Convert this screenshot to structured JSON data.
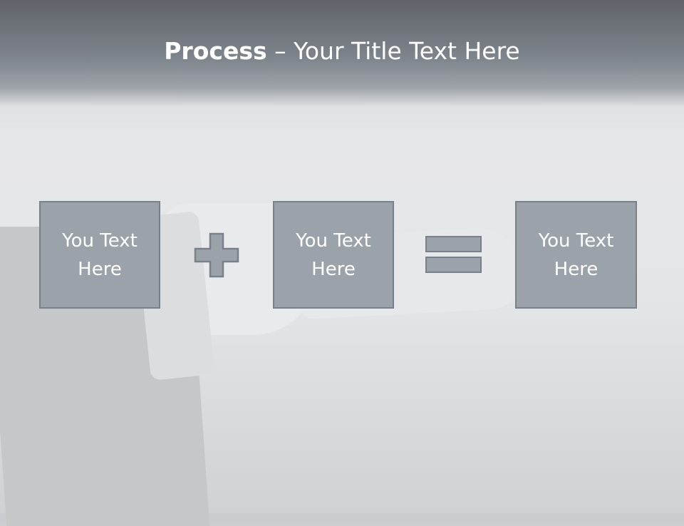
{
  "slide": {
    "title_bold": "Process",
    "title_rest": " – Your Title Text Here"
  },
  "process": {
    "boxes": [
      {
        "text": "You Text Here"
      },
      {
        "text": "You Text Here"
      },
      {
        "text": "You Text Here"
      }
    ],
    "operators": [
      "plus-icon",
      "equals-icon"
    ]
  },
  "colors": {
    "box_fill": "#9ca2aa",
    "box_border": "#7a8089",
    "header": "#6b7077"
  }
}
